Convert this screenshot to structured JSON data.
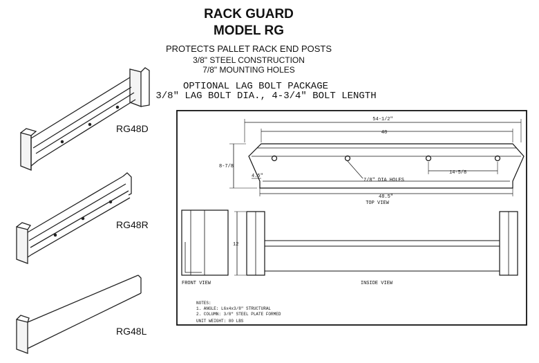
{
  "header": {
    "title_line1": "RACK GUARD",
    "title_line2": "MODEL RG",
    "subtitle_line1": "PROTECTS PALLET RACK END POSTS",
    "subtitle_line2": "3/8\" STEEL CONSTRUCTION",
    "subtitle_line3": "7/8\" MOUNTING HOLES",
    "optional_line1": "OPTIONAL LAG BOLT PACKAGE",
    "optional_line2": "3/8\" LAG BOLT DIA., 4-3/4\" BOLT LENGTH"
  },
  "models": [
    {
      "label": "RG48D"
    },
    {
      "label": "RG48R"
    },
    {
      "label": "RG48L"
    }
  ],
  "drawing": {
    "dimensions": {
      "overall_length": "54-1/2\"",
      "inner_length": "48",
      "depth": "8-7/8",
      "angle_inset": "4.5\"",
      "hole_note": "7/8\" DIA HOLES",
      "hole_spacing": "14-5/8",
      "bottom_length": "48.5\"",
      "height": "12"
    },
    "views": {
      "top": "TOP VIEW",
      "front": "FRONT VIEW",
      "inside": "INSIDE VIEW"
    },
    "notes": {
      "heading": "NOTES:",
      "note1": "1. ANGLE: L6x4x3/8\" STRUCTURAL",
      "note2": "2. COLUMN: 3/8\" STEEL PLATE FORMED",
      "unit_weight": "UNIT WEIGHT: 80 LBS"
    }
  }
}
